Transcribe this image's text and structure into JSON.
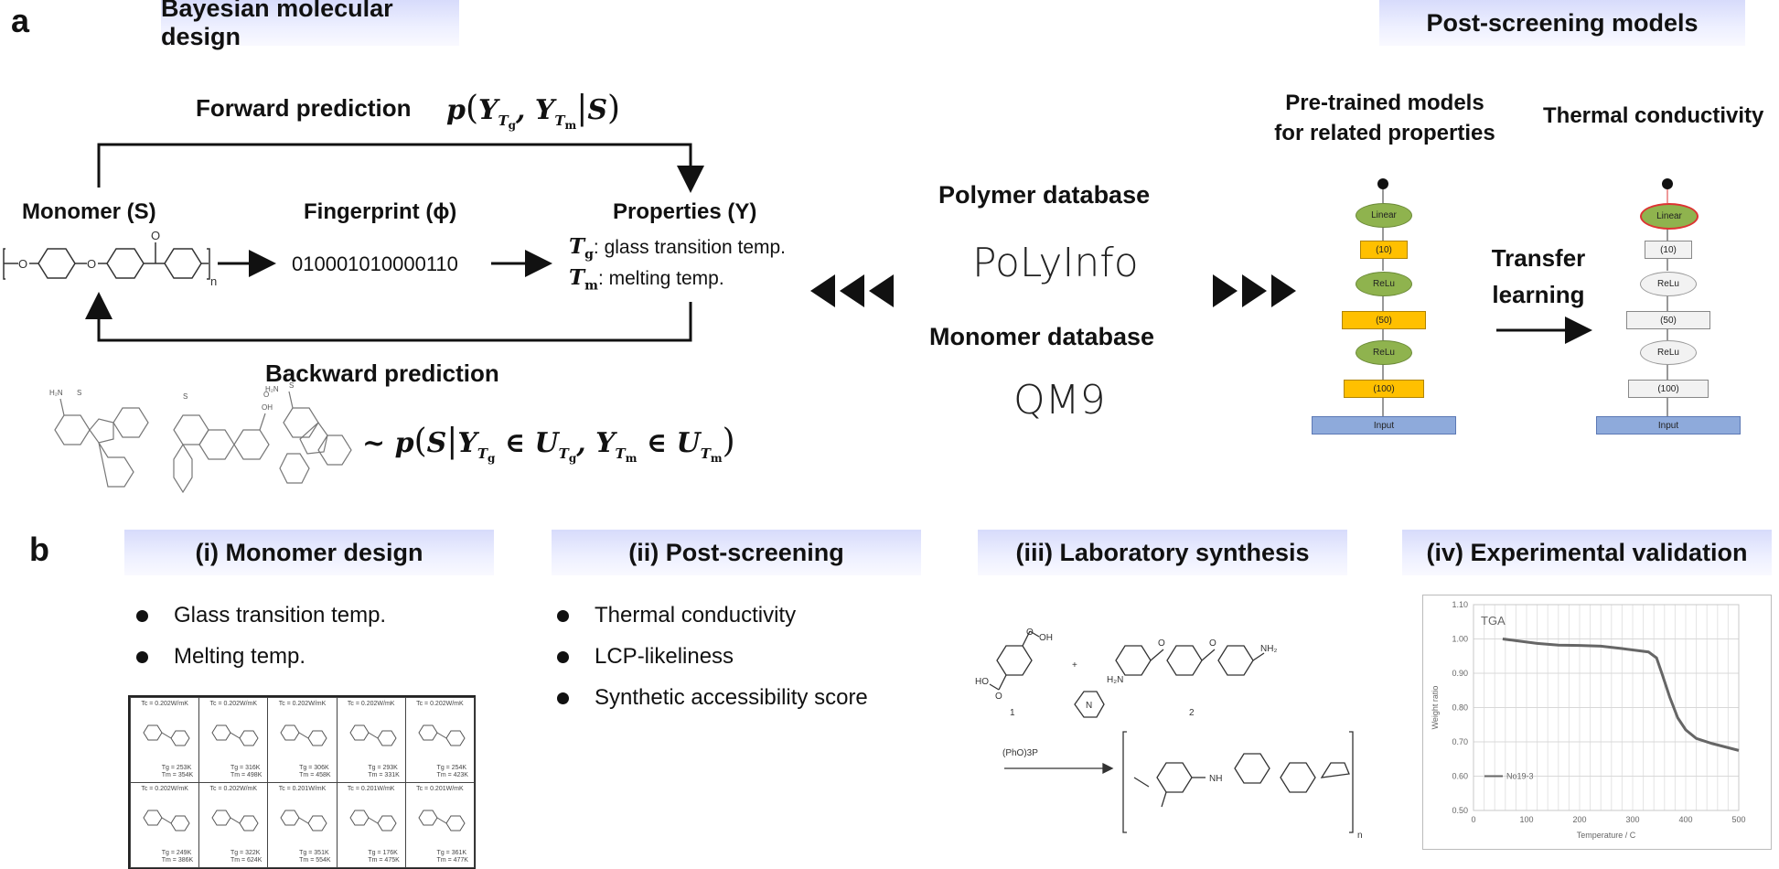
{
  "panel_a": {
    "letter": "a",
    "banner_left": "Bayesian molecular design",
    "banner_right": "Post-screening models",
    "forward_label": "Forward prediction",
    "forward_formula": "p(YTg, YTm | S)",
    "backward_label": "Backward prediction",
    "backward_formula": "~ p(S | YTg ∈ UTg, YTm ∈ UTm)",
    "monomer_label": "Monomer (S)",
    "fingerprint_label": "Fingerprint (ϕ)",
    "fingerprint_value": "010001010000110",
    "properties_label": "Properties (Y)",
    "prop_tg_desc": ": glass transition temp.",
    "prop_tm_desc": ": melting temp.",
    "polymer_db_label": "Polymer database",
    "polymer_db_name": "PoLyInfo",
    "monomer_db_label": "Monomer database",
    "monomer_db_name": "QM9",
    "pretrained_label_1": "Pre-trained models",
    "pretrained_label_2": "for related properties",
    "thermal_label": "Thermal conductivity",
    "transfer_label_1": "Transfer",
    "transfer_label_2": "learning",
    "nn_layers": [
      "Linear",
      "(10)",
      "ReLu",
      "(50)",
      "ReLu",
      "(100)",
      "Input"
    ]
  },
  "panel_b": {
    "letter": "b",
    "banners": [
      "(i) Monomer design",
      "(ii) Post-screening",
      "(iii) Laboratory synthesis",
      "(iv) Experimental validation"
    ],
    "design_bullets": [
      "Glass transition temp.",
      "Melting temp."
    ],
    "screening_bullets": [
      "Thermal conductivity",
      "LCP-likeliness",
      "Synthetic accessibility score"
    ],
    "grid_cells": [
      {
        "top": "Tc = 0.202W/mK",
        "tg": "Tg = 253K",
        "tm": "Tm = 354K"
      },
      {
        "top": "Tc = 0.202W/mK",
        "tg": "Tg = 316K",
        "tm": "Tm = 498K"
      },
      {
        "top": "Tc = 0.202W/mK",
        "tg": "Tg = 306K",
        "tm": "Tm = 458K"
      },
      {
        "top": "Tc = 0.202W/mK",
        "tg": "Tg = 293K",
        "tm": "Tm = 331K"
      },
      {
        "top": "Tc = 0.202W/mK",
        "tg": "Tg = 254K",
        "tm": "Tm = 423K"
      },
      {
        "top": "Tc = 0.202W/mK",
        "tg": "Tg = 249K",
        "tm": "Tm = 386K"
      },
      {
        "top": "Tc = 0.202W/mK",
        "tg": "Tg = 322K",
        "tm": "Tm = 624K"
      },
      {
        "top": "Tc = 0.201W/mK",
        "tg": "Tg = 351K",
        "tm": "Tm = 554K"
      },
      {
        "top": "Tc = 0.201W/mK",
        "tg": "Tg = 176K",
        "tm": "Tm = 475K"
      },
      {
        "top": "Tc = 0.201W/mK",
        "tg": "Tg = 361K",
        "tm": "Tm = 477K"
      }
    ],
    "synthesis": {
      "compound1": "1",
      "compound2": "2",
      "plus": "+",
      "reagent": "(PhO)3P",
      "nh": "NH",
      "n": "n"
    },
    "tga": {
      "title": "TGA",
      "xlabel": "Temperature / C",
      "ylabel": "Weight ratio",
      "legend": "No19-3",
      "xticks": [
        "0",
        "100",
        "200",
        "300",
        "400",
        "500"
      ],
      "yticks": [
        "0.50",
        "0.60",
        "0.70",
        "0.80",
        "0.90",
        "1.00",
        "1.10"
      ]
    }
  },
  "chart_data": {
    "type": "line",
    "title": "TGA",
    "xlabel": "Temperature / C",
    "ylabel": "Weight ratio",
    "xlim": [
      0,
      500
    ],
    "ylim": [
      0.5,
      1.1
    ],
    "grid": true,
    "legend": "bottom-left",
    "series": [
      {
        "name": "No19-3",
        "x": [
          55,
          80,
          120,
          160,
          200,
          240,
          280,
          310,
          330,
          345,
          355,
          370,
          385,
          400,
          420,
          450,
          480,
          500
        ],
        "y": [
          1.0,
          0.995,
          0.987,
          0.982,
          0.981,
          0.979,
          0.972,
          0.966,
          0.962,
          0.945,
          0.9,
          0.83,
          0.77,
          0.735,
          0.71,
          0.695,
          0.683,
          0.675
        ]
      }
    ]
  }
}
